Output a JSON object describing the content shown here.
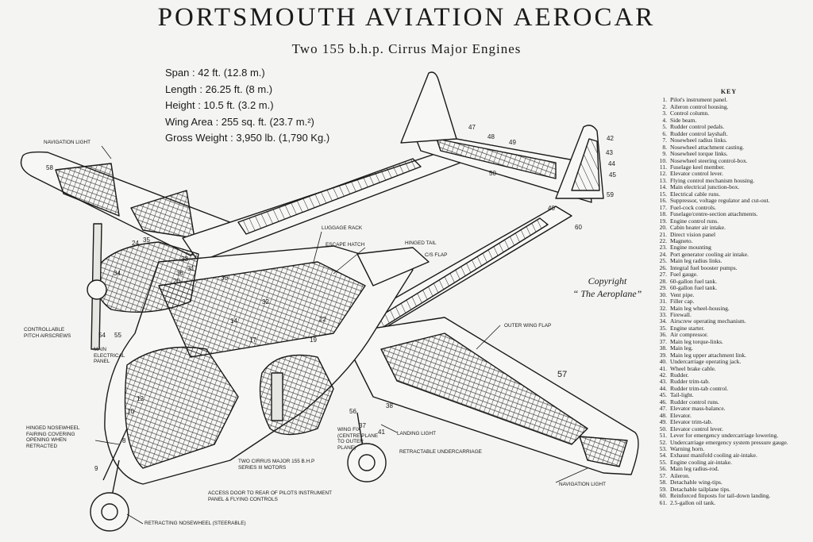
{
  "title": "PORTSMOUTH AVIATION AEROCAR",
  "subtitle": "Two 155 b.h.p. Cirrus Major Engines",
  "specs": [
    "Span : 42 ft. (12.8 m.)",
    "Length : 26.25 ft. (8 m.)",
    "Height : 10.5 ft. (3.2 m.)",
    "Wing Area : 255 sq. ft. (23.7 m.²)",
    "Gross Weight : 3,950 lb. (1,790 Kg.)"
  ],
  "copyright": [
    "Copyright",
    "“ The Aeroplane”"
  ],
  "labels": {
    "navigation_light_left": "NAVIGATION LIGHT",
    "luggage_rack": "LUGGAGE RACK",
    "escape_hatch": "ESCAPE HATCH",
    "hinged_tail": "HINGED TAIL",
    "cs_flap": "C/S FLAP",
    "controllable_pitch": "CONTROLLABLE PITCH AIRSCREWS",
    "main_electrical_panel": "MAIN ELECTRICAL PANEL",
    "outer_wing_flap": "OUTER WING FLAP",
    "hinged_nosewheel": "HINGED NOSEWHEEL FAIRING COVERING OPENING WHEN RETRACTED",
    "landing_light": "LANDING LIGHT",
    "wing_fix": "WING FIX (CENTRE PLANE TO OUTER PLANE)",
    "retractable_undercarriage": "RETRACTABLE UNDERCARRIAGE",
    "two_cirrus": "TWO CIRRUS MAJOR 155 B.H.P SERIES III MOTORS",
    "access_door": "ACCESS DOOR TO REAR OF PILOTS INSTRUMENT PANEL & FLYING CONTROLS",
    "retracting_nosewheel": "RETRACTING NOSEWHEEL (STEERABLE)",
    "navigation_light_right": "NAVIGATION LIGHT"
  },
  "callouts": [
    "58",
    "24",
    "35",
    "33",
    "31",
    "36",
    "20",
    "34",
    "54",
    "55",
    "47",
    "48",
    "49",
    "50",
    "42",
    "43",
    "44",
    "45",
    "59",
    "40",
    "60",
    "57",
    "38",
    "56",
    "37",
    "41",
    "9",
    "8",
    "10",
    "12",
    "14",
    "17",
    "19",
    "22",
    "30",
    "32"
  ],
  "key_title": "KEY",
  "key": [
    {
      "n": "1",
      "t": "Pilot's instrument panel."
    },
    {
      "n": "2",
      "t": "Aileron control housing."
    },
    {
      "n": "3",
      "t": "Control column."
    },
    {
      "n": "4",
      "t": "Side beam."
    },
    {
      "n": "5",
      "t": "Rudder control pedals."
    },
    {
      "n": "6",
      "t": "Rudder control layshaft."
    },
    {
      "n": "7",
      "t": "Nosewheel radius links."
    },
    {
      "n": "8",
      "t": "Nosewheel attachment casting."
    },
    {
      "n": "9",
      "t": "Nosewheel torque links."
    },
    {
      "n": "10",
      "t": "Nosewheel steering control-box."
    },
    {
      "n": "11",
      "t": "Fuselage keel member."
    },
    {
      "n": "12",
      "t": "Elevator control lever."
    },
    {
      "n": "13",
      "t": "Flying control mechanism housing."
    },
    {
      "n": "14",
      "t": "Main electrical junction-box."
    },
    {
      "n": "15",
      "t": "Electrical cable runs."
    },
    {
      "n": "16",
      "t": "Suppressor, voltage regulator and cut-out."
    },
    {
      "n": "17",
      "t": "Fuel-cock controls."
    },
    {
      "n": "18",
      "t": "Fuselage/centre-section attachments."
    },
    {
      "n": "19",
      "t": "Engine control runs."
    },
    {
      "n": "20",
      "t": "Cabin heater air intake."
    },
    {
      "n": "21",
      "t": "Direct vision panel"
    },
    {
      "n": "22",
      "t": "Magneto."
    },
    {
      "n": "23",
      "t": "Engine mounting"
    },
    {
      "n": "24",
      "t": "Port generator cooling air intake."
    },
    {
      "n": "25",
      "t": "Main leg radius links."
    },
    {
      "n": "26",
      "t": "Integral fuel booster pumps."
    },
    {
      "n": "27",
      "t": "Fuel gauge."
    },
    {
      "n": "28",
      "t": "60-gallon fuel tank."
    },
    {
      "n": "29",
      "t": "60-gallon fuel tank."
    },
    {
      "n": "30",
      "t": "Vent pipe."
    },
    {
      "n": "31",
      "t": "Filler cap."
    },
    {
      "n": "32",
      "t": "Main leg wheel-housing."
    },
    {
      "n": "33",
      "t": "Firewall."
    },
    {
      "n": "34",
      "t": "Airscrew operating mechanism."
    },
    {
      "n": "35",
      "t": "Engine starter."
    },
    {
      "n": "36",
      "t": "Air compressor."
    },
    {
      "n": "37",
      "t": "Main leg torque-links."
    },
    {
      "n": "38",
      "t": "Main leg."
    },
    {
      "n": "39",
      "t": "Main leg upper attachment link."
    },
    {
      "n": "40",
      "t": "Undercarriage operating jack."
    },
    {
      "n": "41",
      "t": "Wheel brake cable."
    },
    {
      "n": "42",
      "t": "Rudder."
    },
    {
      "n": "43",
      "t": "Rudder trim-tab."
    },
    {
      "n": "44",
      "t": "Rudder trim-tab control."
    },
    {
      "n": "45",
      "t": "Tail-light."
    },
    {
      "n": "46",
      "t": "Rudder control runs."
    },
    {
      "n": "47",
      "t": "Elevator mass-balance."
    },
    {
      "n": "48",
      "t": "Elevator."
    },
    {
      "n": "49",
      "t": "Elevator trim-tab."
    },
    {
      "n": "50",
      "t": "Elevator control lever."
    },
    {
      "n": "51",
      "t": "Lever for emergency undercarriage lowering."
    },
    {
      "n": "52",
      "t": "Undercarriage emergency system pressure gauge."
    },
    {
      "n": "53",
      "t": "Warning horn."
    },
    {
      "n": "54",
      "t": "Exhaust manifold cooling air-intake."
    },
    {
      "n": "55",
      "t": "Engine cooling air-intake."
    },
    {
      "n": "56",
      "t": "Main leg radius-rod."
    },
    {
      "n": "57",
      "t": "Aileron."
    },
    {
      "n": "58",
      "t": "Detachable wing-tips."
    },
    {
      "n": "59",
      "t": "Detachable tailplane tips."
    },
    {
      "n": "60",
      "t": "Reinforced finposts for tail-down landing."
    },
    {
      "n": "61",
      "t": "2.5-gallon oil tank."
    }
  ]
}
